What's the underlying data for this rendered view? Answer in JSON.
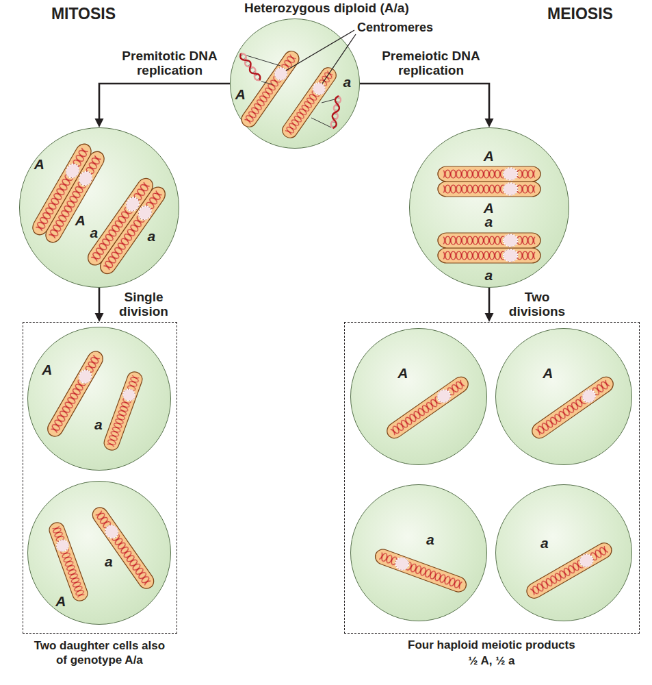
{
  "diagram": {
    "nodes": [
      {
        "text": [
          "Heterozygous diploid (A/a)",
          "A",
          "a"
        ]
      },
      {
        "text": [
          "A",
          "A",
          "a",
          "a"
        ]
      },
      {
        "text": [
          "A",
          "A",
          "a",
          "a"
        ]
      },
      {
        "text": [
          "Two daughter cells also of genotype A/a"
        ]
      },
      {
        "text": [
          "A",
          "a"
        ],
        "in": 3
      },
      {
        "text": [
          "a",
          "A"
        ],
        "in": 3
      },
      {
        "text": [
          "Four haploid meiotic products",
          "½ A, ½ a"
        ]
      },
      {
        "text": [
          "A"
        ],
        "in": 6
      },
      {
        "text": [
          "A"
        ],
        "in": 6
      },
      {
        "text": [
          "a"
        ],
        "in": 6
      },
      {
        "text": [
          "a"
        ],
        "in": 6
      }
    ],
    "edges": [
      {
        "from": 0,
        "to": 1,
        "arrow": "to",
        "label": "Premitotic DNA replication"
      },
      {
        "from": 0,
        "to": 2,
        "arrow": "to",
        "label": "Premeiotic DNA replication"
      },
      {
        "from": 1,
        "to": 3,
        "arrow": "to",
        "label": "Single division"
      },
      {
        "from": 2,
        "to": 6,
        "arrow": "to",
        "label": "Two divisions"
      }
    ],
    "labels": [
      "MITOSIS",
      "MEIOSIS",
      "Centromeres"
    ]
  }
}
